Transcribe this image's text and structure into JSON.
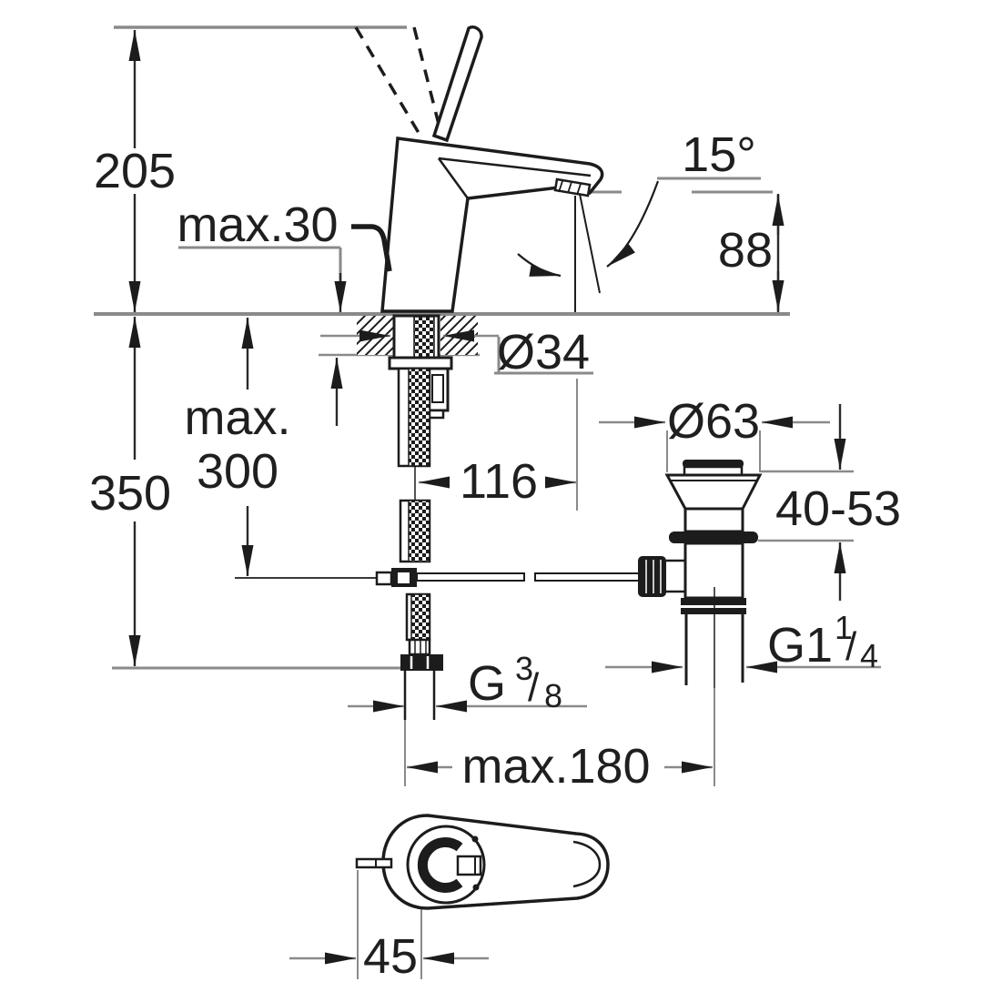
{
  "drawing": {
    "type": "faucet-installation-technical-drawing",
    "colors": {
      "background": "#ffffff",
      "object_line": "#1c1c1c",
      "dimension_line": "#8a8a8a",
      "text": "#1f1f1f"
    },
    "dims": {
      "overall_height": "205",
      "deck_thickness_max": "max.30",
      "swivel_angle": "15°",
      "spout_height": "88",
      "hole_diameter": "Ø34",
      "below_deck_line1": "max.",
      "below_deck_line2": "300",
      "install_depth": "350",
      "spout_reach": "116",
      "flange_diameter": "Ø63",
      "counter_range": "40-53",
      "drain_thread_base": "G1",
      "drain_thread_num": "1",
      "drain_thread_slash": "/",
      "drain_thread_den": "4",
      "supply_thread_base": "G",
      "supply_thread_num": "3",
      "supply_thread_slash": "/",
      "supply_thread_den": "8",
      "rod_reach_max": "max.180",
      "handle_offset": "45"
    }
  }
}
